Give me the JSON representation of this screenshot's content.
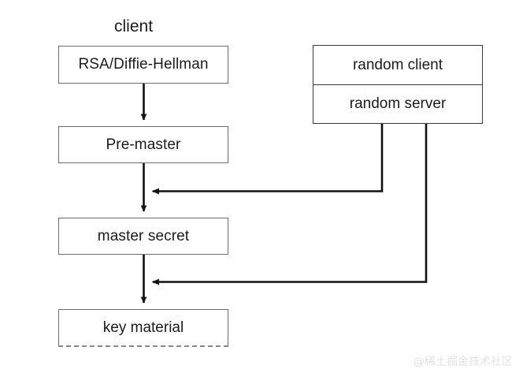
{
  "diagram": {
    "title_label": "client",
    "background_color": "#ffffff",
    "node_text_color": "#1b1b1b",
    "box_border_color": "#6d6d6d",
    "group_border_color": "#3a3a3a",
    "connector_color": "#111111",
    "dashed_border_color": "#8a8a8a",
    "left_column": [
      {
        "id": "rsa-diffie-hellman",
        "label": "RSA/Diffie-Hellman",
        "style": "solid"
      },
      {
        "id": "pre-master",
        "label": "Pre-master",
        "style": "solid"
      },
      {
        "id": "master-secret",
        "label": "master secret",
        "style": "solid"
      },
      {
        "id": "key-material",
        "label": "key material",
        "style": "dashed-bottom"
      }
    ],
    "right_group": {
      "id": "random-values-group",
      "cells": [
        {
          "id": "random-client",
          "label": "random client"
        },
        {
          "id": "random-server",
          "label": "random server"
        }
      ]
    },
    "connectors": [
      {
        "id": "rsa-to-pre-master",
        "from": "rsa-diffie-hellman",
        "to": "pre-master",
        "kind": "vertical-arrow"
      },
      {
        "id": "pre-master-to-master-secret",
        "from": "pre-master",
        "to": "master-secret",
        "kind": "vertical-arrow"
      },
      {
        "id": "master-secret-to-key-material",
        "from": "master-secret",
        "to": "key-material",
        "kind": "vertical-arrow"
      },
      {
        "id": "random-client-to-master-secret",
        "from": "random-client",
        "to": "master-secret",
        "kind": "elbow-arrow-left"
      },
      {
        "id": "random-server-to-key-material",
        "from": "random-server",
        "to": "key-material",
        "kind": "elbow-arrow-left"
      }
    ]
  },
  "watermark": {
    "text": "@稀土掘金技术社区"
  }
}
